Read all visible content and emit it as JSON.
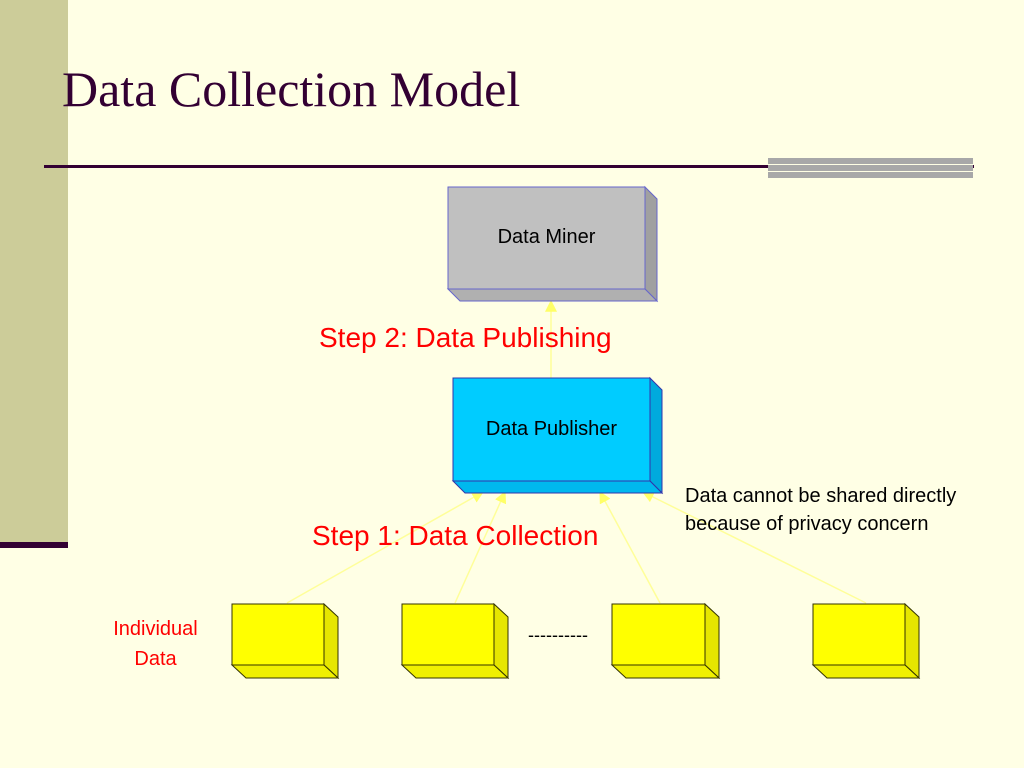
{
  "slide": {
    "title": "Data Collection Model"
  },
  "diagram": {
    "data_miner": "Data Miner",
    "data_publisher": "Data Publisher",
    "step2": "Step 2: Data Publishing",
    "step1": "Step 1: Data Collection",
    "privacy_note": "Data cannot be shared directly because of privacy concern",
    "individual_data": "Individual Data",
    "ellipsis": "----------"
  },
  "colors": {
    "background": "#FFFFE5",
    "sidebar": "#CCCC99",
    "title": "#330033",
    "miner_box": "#C0C0C0",
    "publisher_box": "#00CCFF",
    "individual_box": "#FFFF00",
    "step_text": "#FF0000",
    "arrow": "#FFFF99"
  }
}
